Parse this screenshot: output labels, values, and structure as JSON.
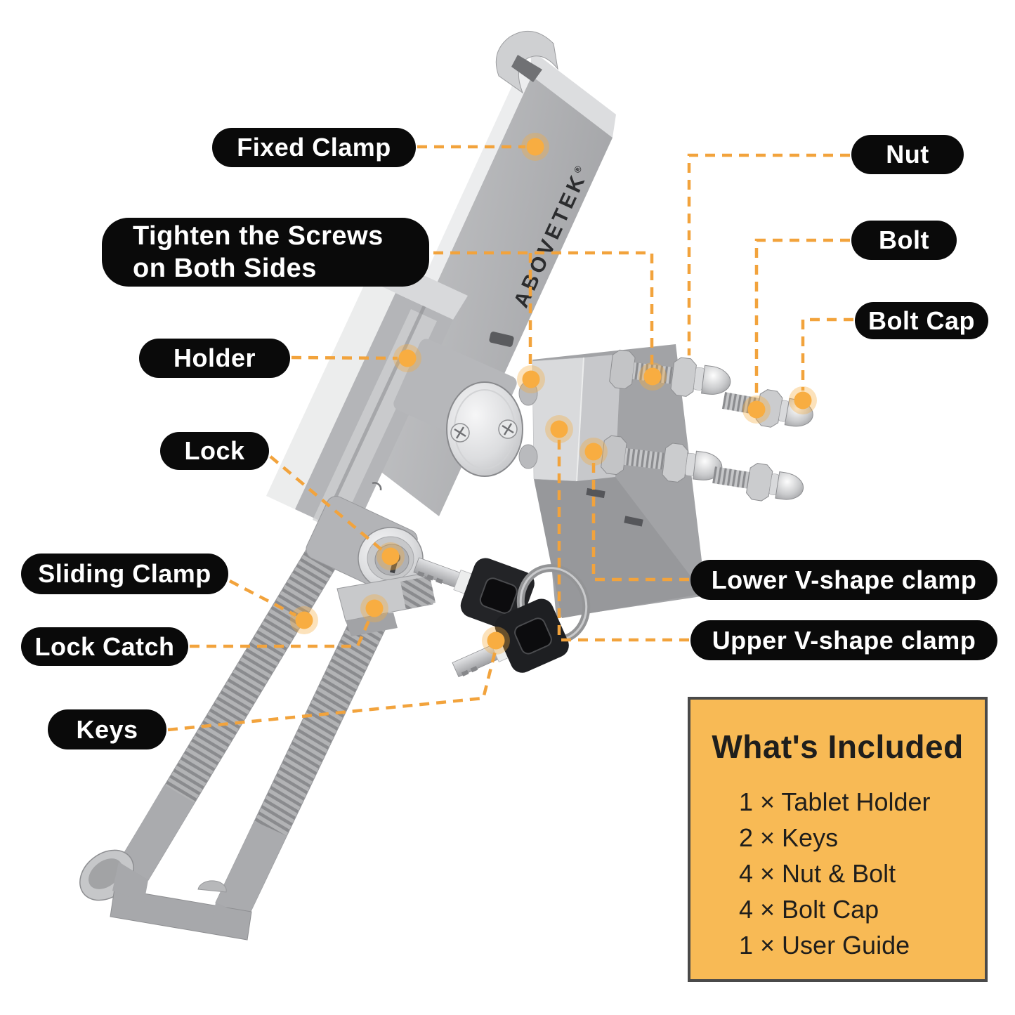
{
  "brand": {
    "name": "ABOVETEK",
    "reg": "®"
  },
  "callouts": {
    "fixed_clamp": "Fixed Clamp",
    "tighten_screws": {
      "line1": "Tighten the Screws",
      "line2": "on Both Sides"
    },
    "holder": "Holder",
    "lock": "Lock",
    "sliding_clamp": "Sliding Clamp",
    "lock_catch": "Lock Catch",
    "keys": "Keys",
    "nut": "Nut",
    "bolt": "Bolt",
    "bolt_cap": "Bolt Cap",
    "lower_v": "Lower V-shape clamp",
    "upper_v": "Upper V-shape clamp"
  },
  "included": {
    "title": "What's Included",
    "items": [
      "1 × Tablet Holder",
      "2 × Keys",
      "4 × Nut & Bolt",
      "4 × Bolt Cap",
      "1 × User Guide"
    ]
  },
  "colors": {
    "accent_orange": "#F2A33C",
    "dot_orange": "#F8AD41",
    "panel_bg": "#F8BA55",
    "panel_border": "#4A4A4A",
    "pill_bg": "#0A0A0A",
    "pill_text": "#FFFFFF"
  }
}
